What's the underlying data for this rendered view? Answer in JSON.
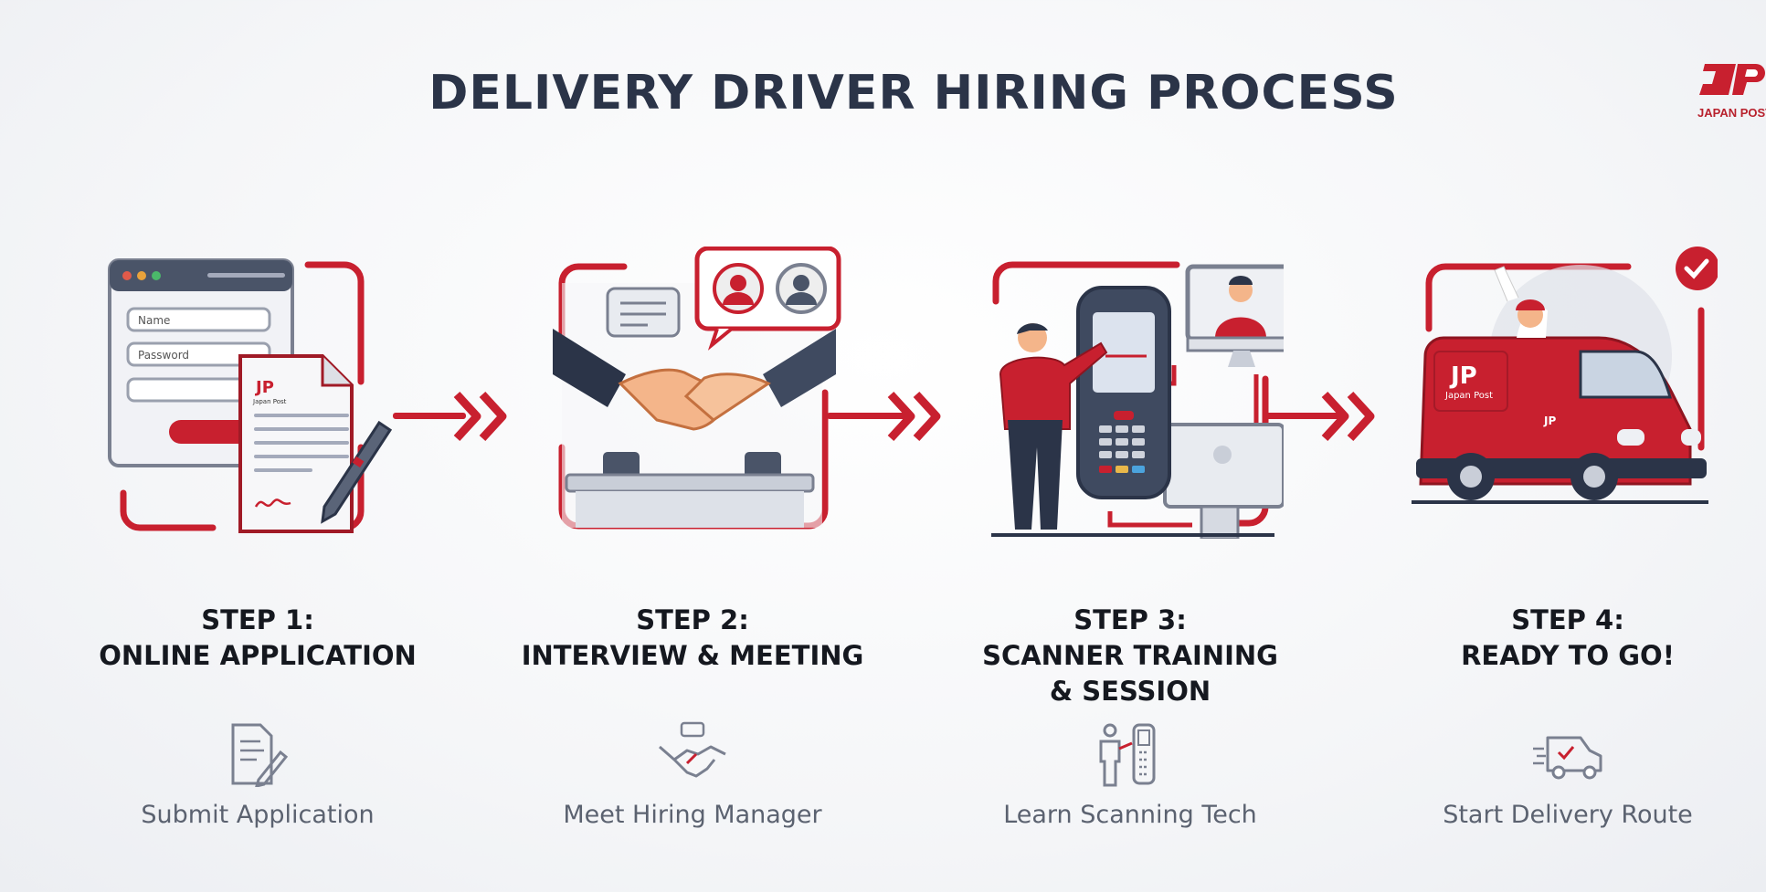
{
  "title": "DELIVERY DRIVER HIRING PROCESS",
  "brand": {
    "logo_text": "JAPAN POST",
    "logo_mark": "JP",
    "color": "#c8202f"
  },
  "colors": {
    "accent": "#c8202f",
    "dark": "#2b3448",
    "gray": "#7a8090"
  },
  "steps": [
    {
      "title_line1": "STEP 1:",
      "title_line2": "ONLINE APPLICATION",
      "caption": "Submit Application",
      "icon": "document-pen-icon",
      "form": {
        "name_placeholder": "Name",
        "password_placeholder": "Password"
      },
      "doc_brand": "Japan Post"
    },
    {
      "title_line1": "STEP 2:",
      "title_line2": "INTERVIEW & MEETING",
      "caption": "Meet Hiring Manager",
      "icon": "handshake-icon"
    },
    {
      "title_line1": "STEP 3:",
      "title_line2": "SCANNER TRAINING",
      "title_line3": "& SESSION",
      "caption": "Learn Scanning Tech",
      "icon": "person-scanner-icon"
    },
    {
      "title_line1": "STEP 4:",
      "title_line2": "READY TO GO!",
      "caption": "Start Delivery Route",
      "icon": "delivery-van-icon",
      "van_brand": "Japan Post"
    }
  ]
}
